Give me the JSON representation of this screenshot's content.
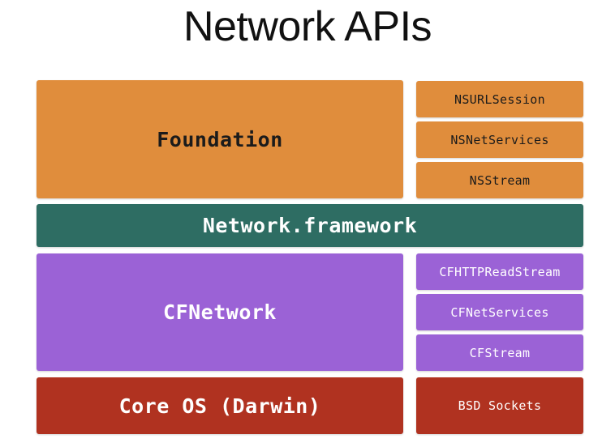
{
  "title": "Network APIs",
  "colors": {
    "background": "#ffffff",
    "title_text": "#111111",
    "foundation": "#e08d3c",
    "foundation_text": "#1b1b1b",
    "network_framework": "#2e6d63",
    "network_framework_text": "#ffffff",
    "cfnetwork": "#9b62d6",
    "cfnetwork_text": "#ffffff",
    "core_os": "#b03220",
    "core_os_text": "#ffffff"
  },
  "layers": [
    {
      "id": "foundation",
      "label": "Foundation",
      "apis": [
        {
          "label": "NSURLSession"
        },
        {
          "label": "NSNetServices"
        },
        {
          "label": "NSStream"
        }
      ]
    },
    {
      "id": "network_framework",
      "label": "Network.framework",
      "apis": []
    },
    {
      "id": "cfnetwork",
      "label": "CFNetwork",
      "apis": [
        {
          "label": "CFHTTPReadStream"
        },
        {
          "label": "CFNetServices"
        },
        {
          "label": "CFStream"
        }
      ]
    },
    {
      "id": "core_os",
      "label": "Core OS (Darwin)",
      "apis": [
        {
          "label": "BSD Sockets"
        }
      ]
    }
  ]
}
